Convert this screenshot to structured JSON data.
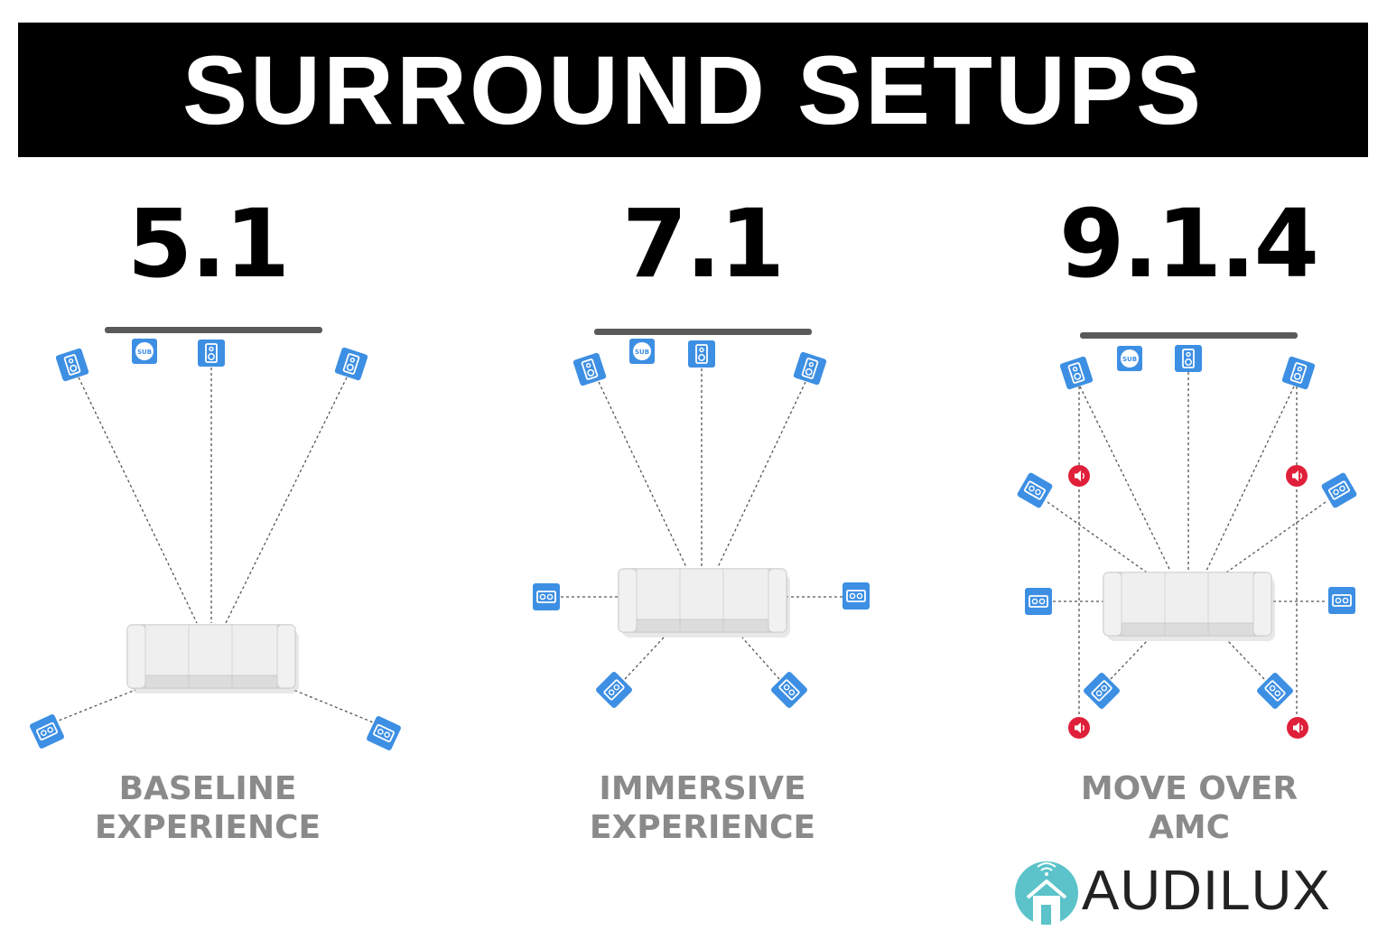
{
  "header": {
    "title": "SURROUND SETUPS"
  },
  "setups": [
    {
      "title": "5.1",
      "caption_line1": "BASELINE",
      "caption_line2": "EXPERIENCE"
    },
    {
      "title": "7.1",
      "caption_line1": "IMMERSIVE",
      "caption_line2": "EXPERIENCE"
    },
    {
      "title": "9.1.4",
      "caption_line1": "MOVE OVER",
      "caption_line2": "AMC"
    }
  ],
  "sub_label": "SUB",
  "logo": {
    "text": "AUDILUX"
  },
  "colors": {
    "speaker": "#3d8fe3",
    "height_speaker": "#e0203a",
    "logo_circle": "#5bc3c9",
    "caption": "#8a8a8a"
  },
  "icons": [
    "speaker-icon",
    "subwoofer-icon",
    "height-speaker-icon",
    "sofa-icon",
    "tv-screen-icon",
    "house-wifi-icon"
  ]
}
